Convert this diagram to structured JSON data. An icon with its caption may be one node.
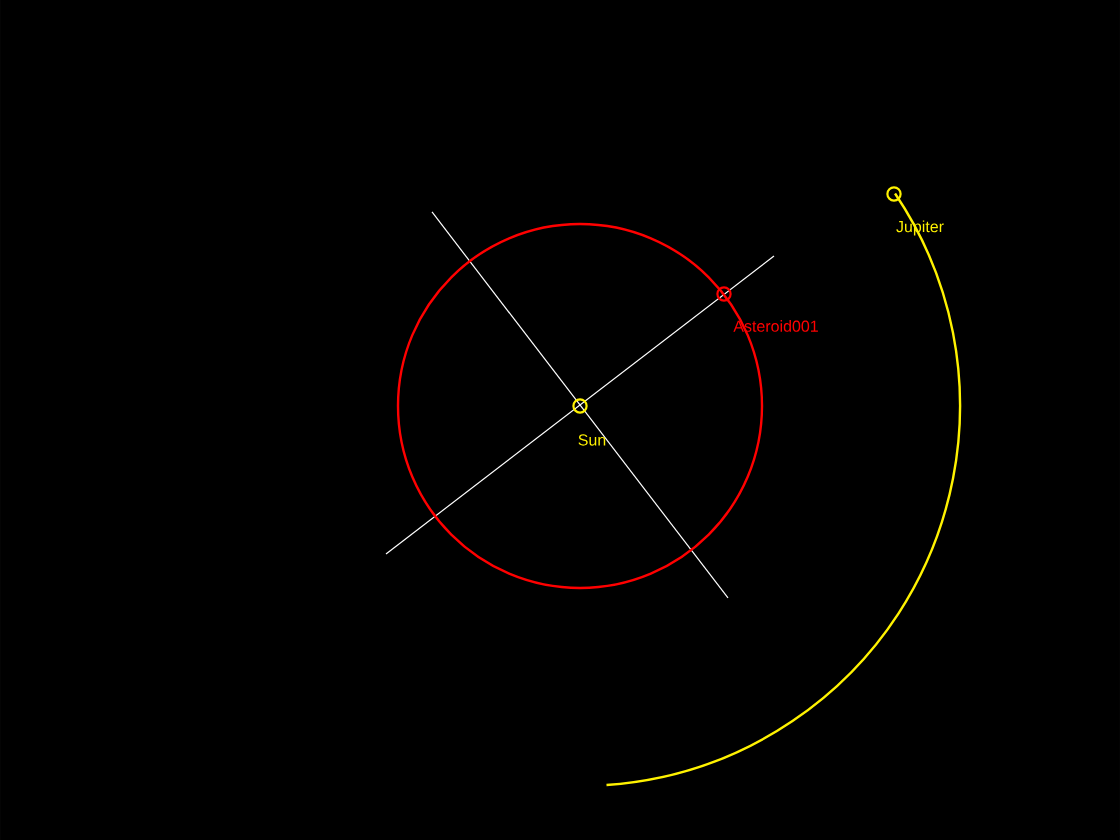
{
  "diagram": {
    "nodes": [
      {
        "text": [
          "Sun"
        ]
      },
      {
        "text": [
          "Asteroid001"
        ]
      },
      {
        "text": [
          "Jupiter"
        ]
      }
    ]
  }
}
